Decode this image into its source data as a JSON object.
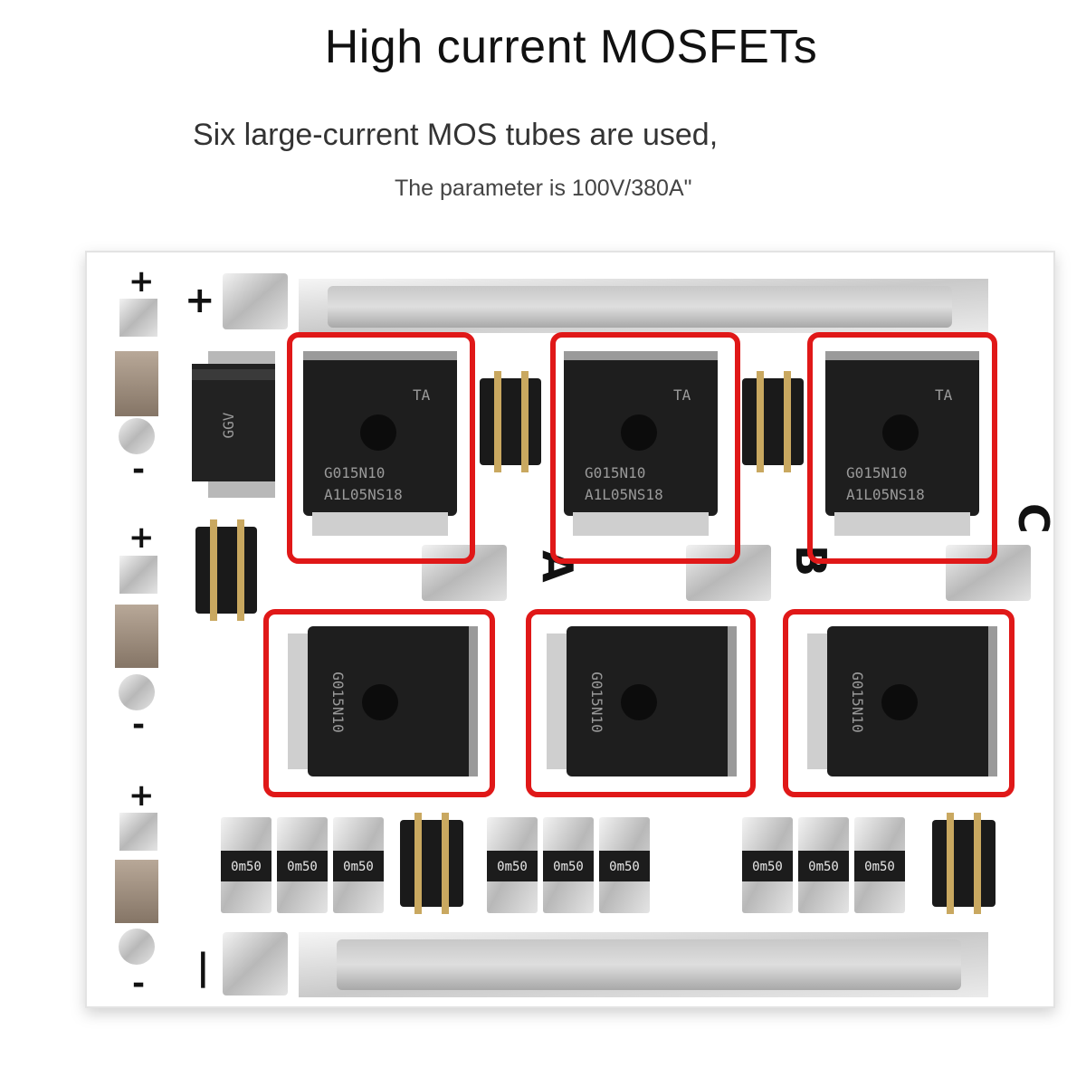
{
  "header": {
    "title": "High current MOSFETs",
    "line1": "Six large-current MOS tubes are used,",
    "line2": "The parameter is 100V/380A\""
  },
  "board": {
    "phase_labels": [
      "A",
      "B",
      "C"
    ],
    "terminal_plus": "+",
    "terminal_minus": "-",
    "terminal_bar": "|",
    "mosfet_marking": "G015N10",
    "mosfet_lot": "A1L05NS18",
    "mosfet_brand": "TA",
    "diode_marking": "GGV",
    "shunt_marking": "0m50",
    "highlight_color": "#e01818",
    "board_color": "#ffffff",
    "chip_color": "#1e1e1e"
  }
}
